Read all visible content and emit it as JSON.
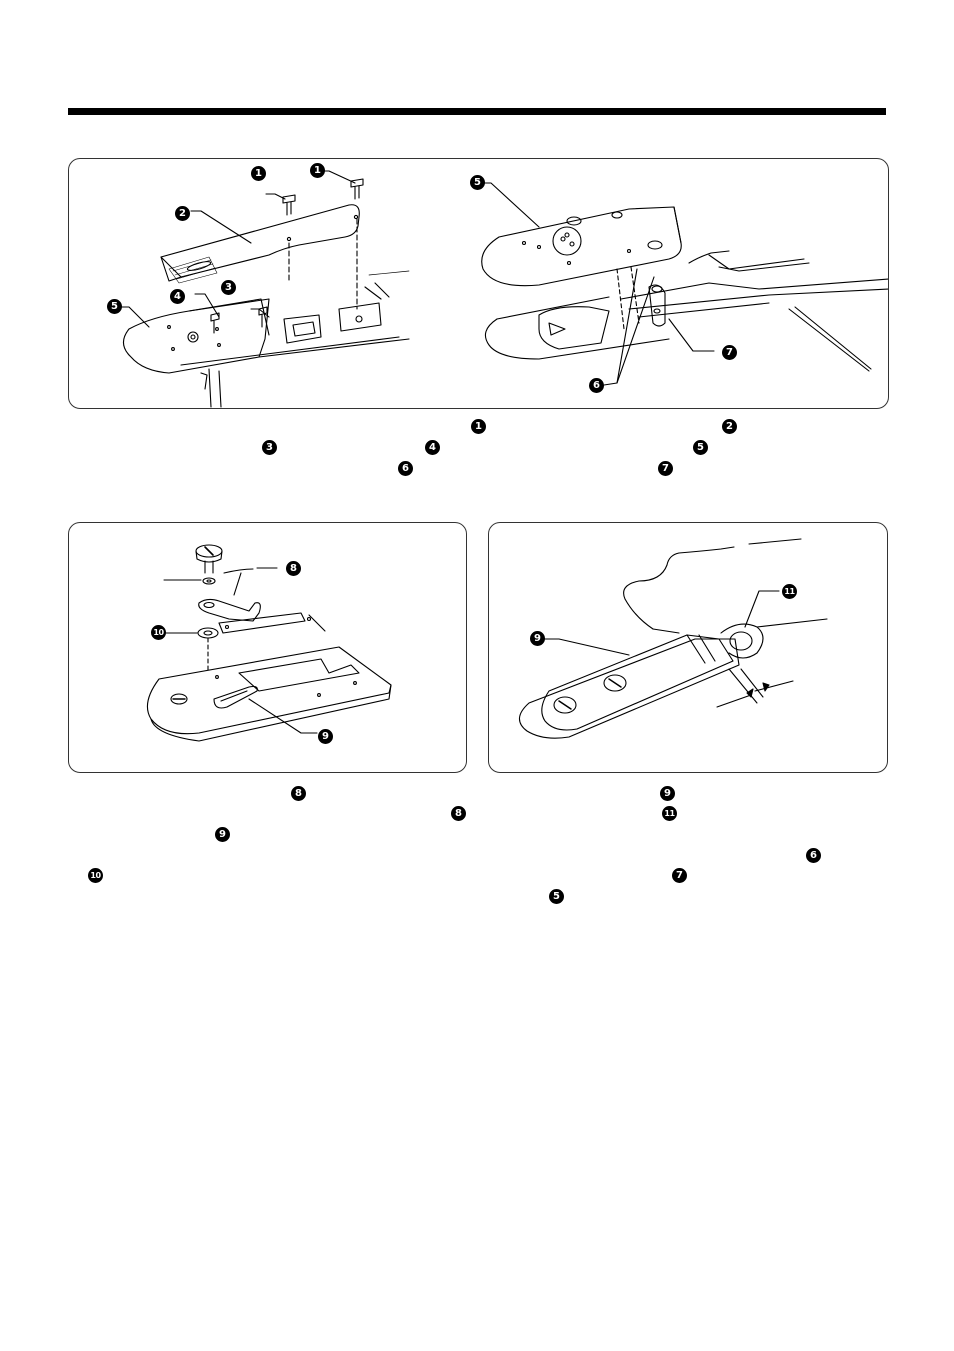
{
  "markers": {
    "m1": "1",
    "m2": "2",
    "m3": "3",
    "m4": "4",
    "m5": "5",
    "m6": "6",
    "m7": "7",
    "m8": "8",
    "m9": "9",
    "m10": "10",
    "m11": "11"
  },
  "colors": {
    "ink": "#000000",
    "frame": "#333333",
    "background": "#ffffff"
  }
}
